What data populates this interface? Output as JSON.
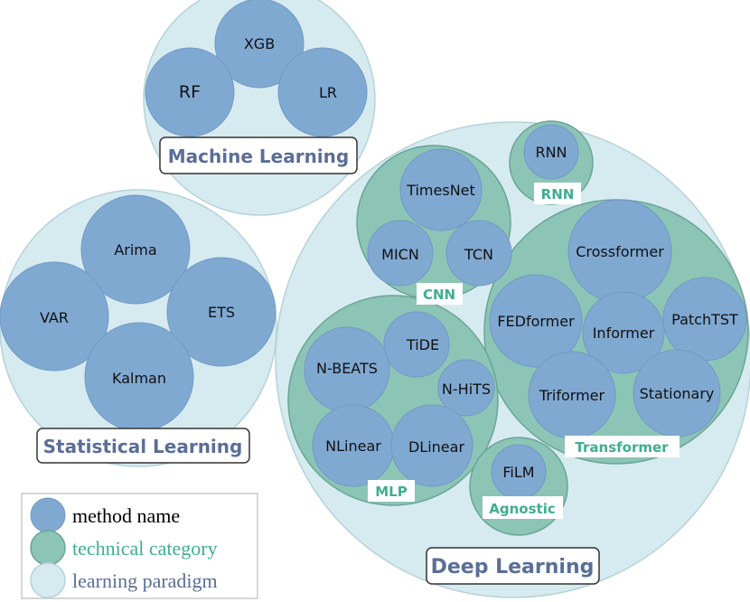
{
  "colors": {
    "method": "#80a9d2",
    "category": "#8cc4b6",
    "paradigm": "#d6ebf0",
    "paradigm_label": "#5a6e97",
    "category_label": "#3fae8f"
  },
  "paradigms": {
    "machine_learning": "Machine Learning",
    "statistical_learning": "Statistical Learning",
    "deep_learning": "Deep Learning"
  },
  "categories": {
    "rnn": "RNN",
    "cnn": "CNN",
    "transformer": "Transformer",
    "mlp": "MLP",
    "agnostic": "Agnostic"
  },
  "methods": {
    "xgb": "XGB",
    "rf": "RF",
    "lr": "LR",
    "arima": "Arima",
    "var": "VAR",
    "ets": "ETS",
    "kalman": "Kalman",
    "rnn": "RNN",
    "timesnet": "TimesNet",
    "micn": "MICN",
    "tcn": "TCN",
    "crossformer": "Crossformer",
    "fedformer": "FEDformer",
    "informer": "Informer",
    "patchtst": "PatchTST",
    "triformer": "Triformer",
    "stationary": "Stationary",
    "tide": "TiDE",
    "nbeats": "N-BEATS",
    "nhits": "N-HiTS",
    "nlinear": "NLinear",
    "dlinear": "DLinear",
    "film": "FiLM"
  },
  "legend": {
    "method": "method name",
    "category": "technical category",
    "paradigm": "learning paradigm"
  }
}
